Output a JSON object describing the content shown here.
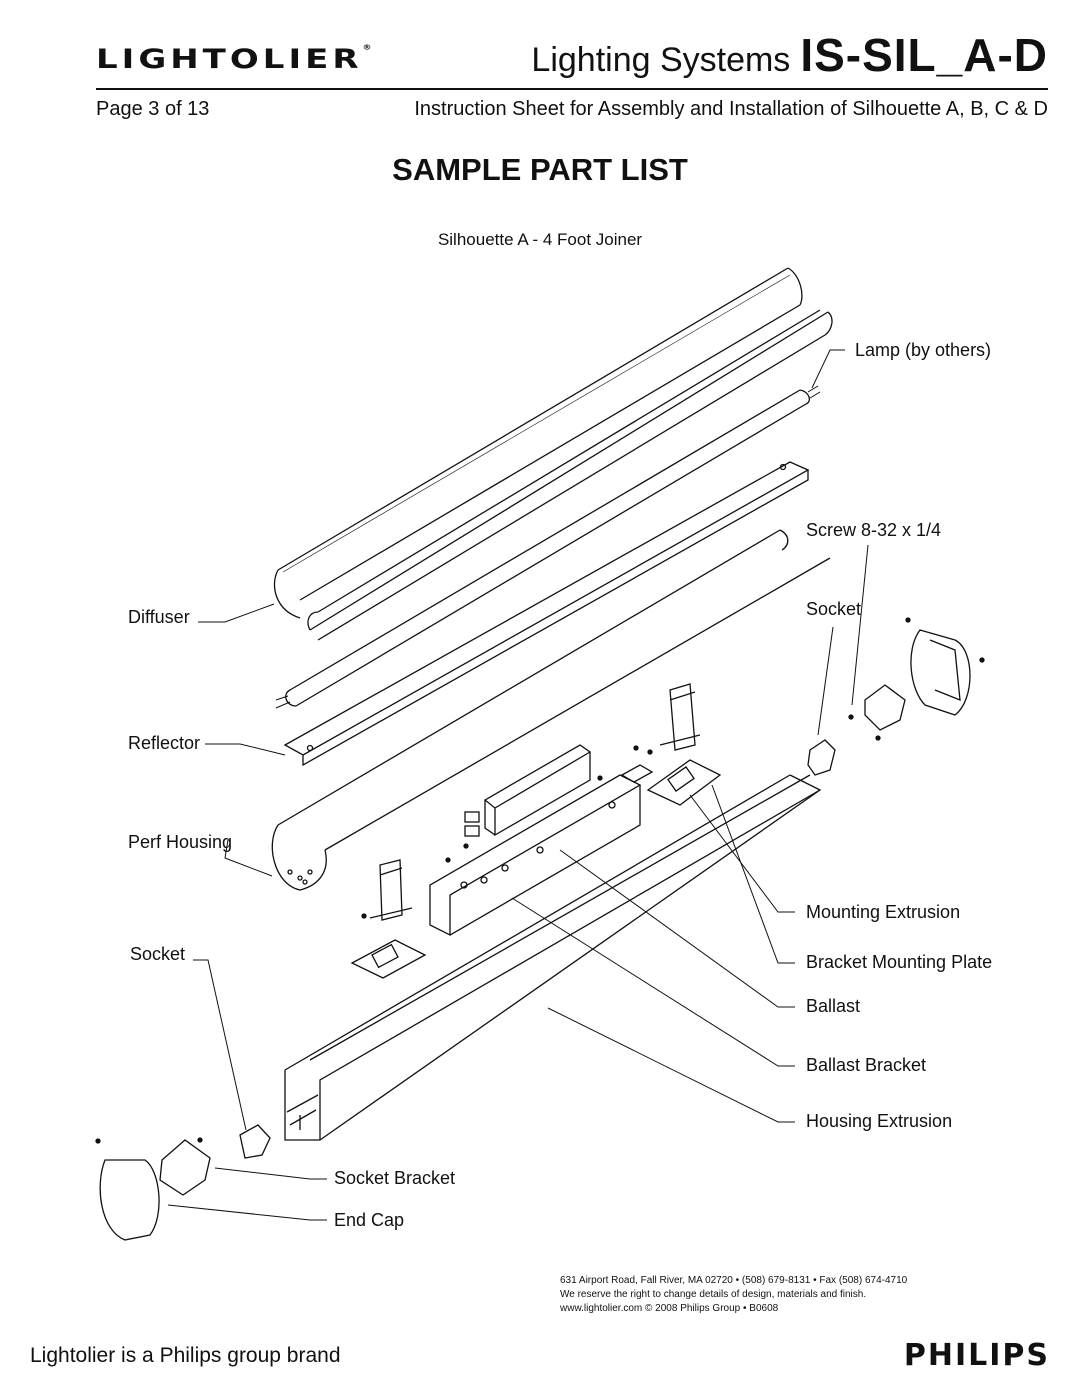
{
  "header": {
    "logo": "LIGHTOLIER",
    "logo_mark": "®",
    "system_label": "Lighting Systems",
    "product_code": "IS-SIL_A-D",
    "page_label": "Page 3 of 13",
    "instruction": "Instruction Sheet for Assembly and Installation of Silhouette A, B, C & D"
  },
  "main": {
    "title": "SAMPLE PART LIST",
    "subtitle": "Silhouette A - 4 Foot Joiner"
  },
  "labels": {
    "lamp": "Lamp (by others)",
    "screw": "Screw 8-32 x 1/4",
    "diffuser": "Diffuser",
    "socket_right": "Socket",
    "reflector": "Reflector",
    "perf_housing": "Perf Housing",
    "mounting_extrusion": "Mounting Extrusion",
    "socket_left": "Socket",
    "bracket_mounting_plate": "Bracket Mounting Plate",
    "ballast": "Ballast",
    "ballast_bracket": "Ballast Bracket",
    "housing_extrusion": "Housing Extrusion",
    "socket_bracket": "Socket Bracket",
    "end_cap": "End Cap"
  },
  "footer": {
    "address": "631 Airport Road, Fall River, MA 02720 • (508) 679-8131 • Fax (508) 674-4710",
    "disclaimer": "We reserve the right to change details of design, materials and finish.",
    "web": "www.lightolier.com © 2008 Philips Group • B0608",
    "brand": "Lightolier is a Philips group brand",
    "philips": "PHILIPS"
  }
}
